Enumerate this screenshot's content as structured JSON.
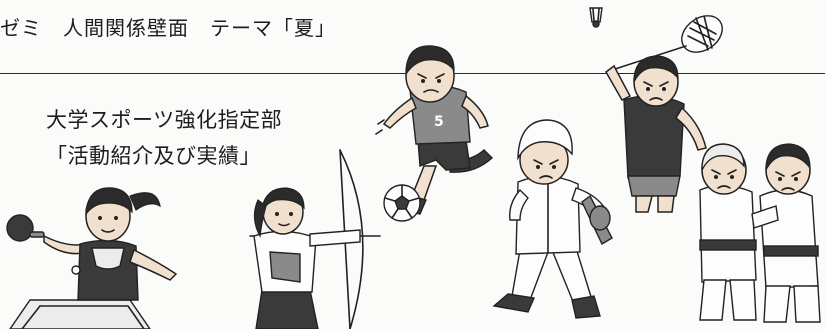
{
  "header": {
    "text": "ゼミ　人間関係壁面　テーマ「夏」"
  },
  "main": {
    "title": "大学スポーツ強化指定部",
    "subtitle": "「活動紹介及び実績」"
  },
  "illustrations": [
    "table-tennis-player",
    "archer",
    "soccer-player",
    "baseball-player",
    "badminton-player",
    "judo-players"
  ],
  "jersey_number": "5"
}
